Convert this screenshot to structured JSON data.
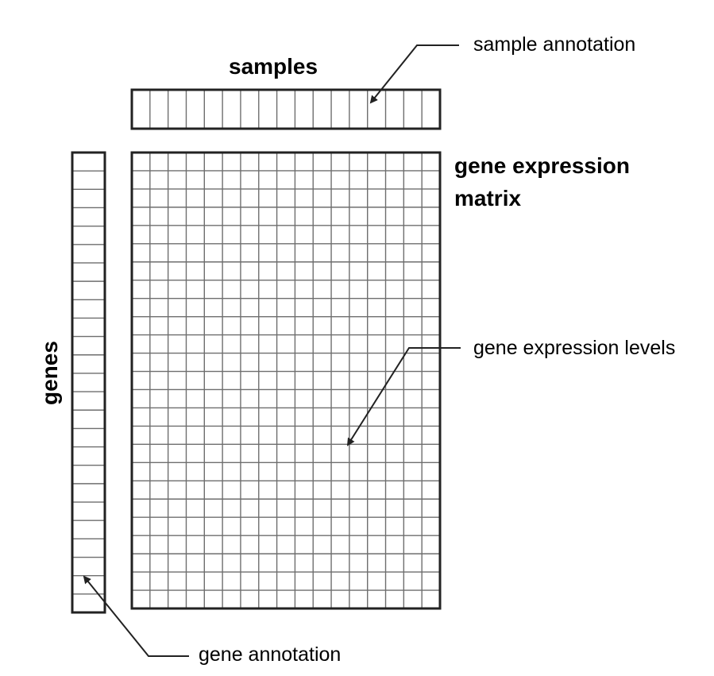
{
  "labels": {
    "samples": "samples",
    "genes": "genes",
    "matrix_line1": "gene expression",
    "matrix_line2": "matrix",
    "sample_annotation": "sample annotation",
    "gene_expression_levels": "gene expression levels",
    "gene_annotation": "gene annotation"
  },
  "grid": {
    "sample_columns": 17,
    "gene_rows": 25
  },
  "colors": {
    "ink": "#222222",
    "grid_line": "#6e6e6e",
    "text": "#111111"
  }
}
